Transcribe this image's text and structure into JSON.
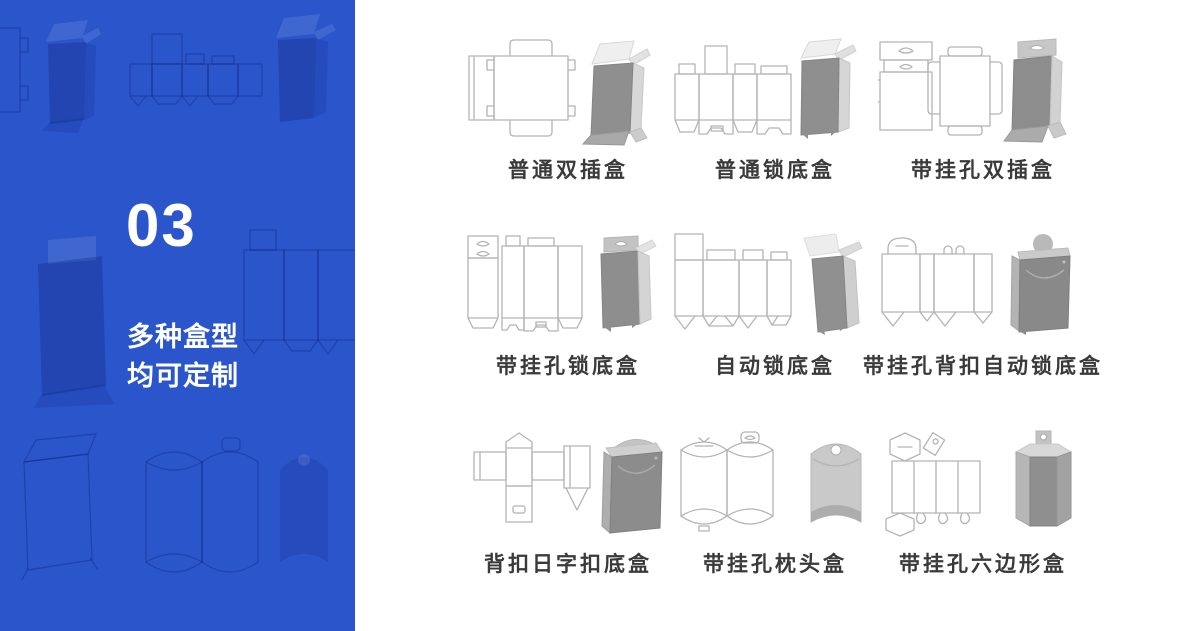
{
  "left_panel": {
    "section_number": "03",
    "heading_lines": [
      "多种盒型",
      "均可定制"
    ],
    "background_color": "#2b55cb",
    "text_color": "#ffffff"
  },
  "box_grid": {
    "label_color": "#3a3a3a",
    "dieline_stroke_color": "#b4b4b4",
    "box_front_color": "#8f8f8f",
    "box_side_color": "#d5d5d5",
    "items": [
      {
        "label": "普通双插盒"
      },
      {
        "label": "普通锁底盒"
      },
      {
        "label": "带挂孔双插盒"
      },
      {
        "label": "带挂孔锁底盒"
      },
      {
        "label": "自动锁底盒"
      },
      {
        "label": "带挂孔背扣自动锁底盒"
      },
      {
        "label": "背扣日字扣底盒"
      },
      {
        "label": "带挂孔枕头盒"
      },
      {
        "label": "带挂孔六边形盒"
      }
    ]
  }
}
